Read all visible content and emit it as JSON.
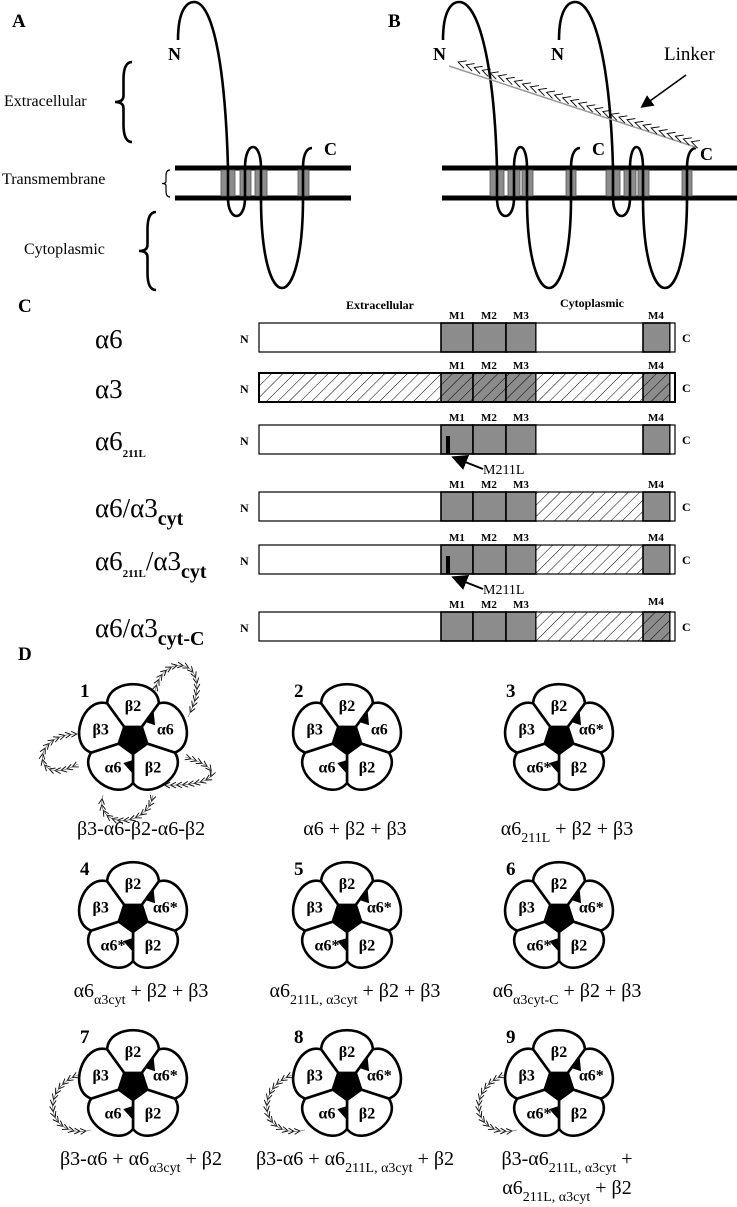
{
  "colors": {
    "transmembrane_fill": "#8c8c8c",
    "linker_line": "#999999",
    "ink": "#000000"
  },
  "panel_a": {
    "label": "A",
    "regions": {
      "extracellular": "Extracellular",
      "transmembrane": "Transmembrane",
      "cytoplasmic": "Cytoplasmic"
    },
    "n_terminus": "N",
    "c_terminus": "C"
  },
  "panel_b": {
    "label": "B",
    "n_termini": [
      "N",
      "N"
    ],
    "c_termini": [
      "C",
      "C"
    ],
    "linker": "Linker"
  },
  "panel_c": {
    "label": "C",
    "headers": {
      "extracellular": "Extracellular",
      "cytoplasmic": "Cytoplasmic"
    },
    "segments": [
      "M1",
      "M2",
      "M3",
      "M4"
    ],
    "n_label": "N",
    "c_label": "C",
    "mutation_label": "M211L",
    "constructs": [
      {
        "name": [
          {
            "text": "α6"
          }
        ],
        "hatched": [],
        "mutation": false
      },
      {
        "name": [
          {
            "text": "α3"
          }
        ],
        "hatched": [
          "ext",
          "M1",
          "M2",
          "M3",
          "cyt",
          "M4"
        ],
        "mutation": false
      },
      {
        "name": [
          {
            "text": "α6"
          },
          {
            "text": "211L",
            "sub": true,
            "small": true
          }
        ],
        "hatched": [],
        "mutation": true
      },
      {
        "name": [
          {
            "text": "α6/α3"
          },
          {
            "text": "cyt",
            "sub": true
          }
        ],
        "hatched": [
          "cyt"
        ],
        "mutation": false
      },
      {
        "name": [
          {
            "text": "α6"
          },
          {
            "text": "211L",
            "sub": true,
            "small": true
          },
          {
            "text": "/α3"
          },
          {
            "text": "cyt",
            "sub": true
          }
        ],
        "hatched": [
          "cyt"
        ],
        "mutation": true
      },
      {
        "name": [
          {
            "text": "α6/α3"
          },
          {
            "text": "cyt-C",
            "sub": true
          }
        ],
        "hatched": [
          "cyt",
          "M4"
        ],
        "mutation": false
      }
    ]
  },
  "panel_d": {
    "label": "D",
    "pentamers": [
      {
        "number": "1",
        "subunits": [
          "β2",
          "α6",
          "β2",
          "α6",
          "β3"
        ],
        "linkers": "concatemer",
        "caption": [
          [
            {
              "text": "β3-α6-β2-α6-β2"
            }
          ]
        ]
      },
      {
        "number": "2",
        "subunits": [
          "β2",
          "α6",
          "β2",
          "α6",
          "β3"
        ],
        "linkers": "none",
        "caption": [
          [
            {
              "text": "α6 + β2 + β3"
            }
          ]
        ]
      },
      {
        "number": "3",
        "subunits": [
          "β2",
          "α6*",
          "β2",
          "α6*",
          "β3"
        ],
        "linkers": "none",
        "caption": [
          [
            {
              "text": "α6"
            },
            {
              "text": "211L",
              "sub": true
            },
            {
              "text": " + β2 + β3"
            }
          ]
        ]
      },
      {
        "number": "4",
        "subunits": [
          "β2",
          "α6*",
          "β2",
          "α6*",
          "β3"
        ],
        "linkers": "none",
        "caption": [
          [
            {
              "text": "α6"
            },
            {
              "text": "α3cyt",
              "sub": true
            },
            {
              "text": " + β2 + β3"
            }
          ]
        ]
      },
      {
        "number": "5",
        "subunits": [
          "β2",
          "α6*",
          "β2",
          "α6*",
          "β3"
        ],
        "linkers": "none",
        "caption": [
          [
            {
              "text": "α6"
            },
            {
              "text": "211L, α3cyt",
              "sub": true
            },
            {
              "text": " + β2 + β3"
            }
          ]
        ]
      },
      {
        "number": "6",
        "subunits": [
          "β2",
          "α6*",
          "β2",
          "α6*",
          "β3"
        ],
        "linkers": "none",
        "caption": [
          [
            {
              "text": "α6"
            },
            {
              "text": "α3cyt-C",
              "sub": true
            },
            {
              "text": " + β2 + β3"
            }
          ]
        ]
      },
      {
        "number": "7",
        "subunits": [
          "β2",
          "α6*",
          "β2",
          "α6",
          "β3"
        ],
        "linkers": "dimer",
        "caption": [
          [
            {
              "text": "β3-α6 + α6"
            },
            {
              "text": "α3cyt",
              "sub": true
            },
            {
              "text": " + β2"
            }
          ]
        ]
      },
      {
        "number": "8",
        "subunits": [
          "β2",
          "α6*",
          "β2",
          "α6",
          "β3"
        ],
        "linkers": "dimer",
        "caption": [
          [
            {
              "text": "β3-α6 + α6"
            },
            {
              "text": "211L, α3cyt",
              "sub": true
            },
            {
              "text": " + β2"
            }
          ]
        ]
      },
      {
        "number": "9",
        "subunits": [
          "β2",
          "α6*",
          "β2",
          "α6*",
          "β3"
        ],
        "linkers": "dimer",
        "caption": [
          [
            {
              "text": "β3-α6"
            },
            {
              "text": "211L, α3cyt",
              "sub": true
            },
            {
              "text": " +"
            }
          ],
          [
            {
              "text": "α6"
            },
            {
              "text": "211L, α3cyt",
              "sub": true
            },
            {
              "text": " + β2"
            }
          ]
        ]
      }
    ]
  }
}
